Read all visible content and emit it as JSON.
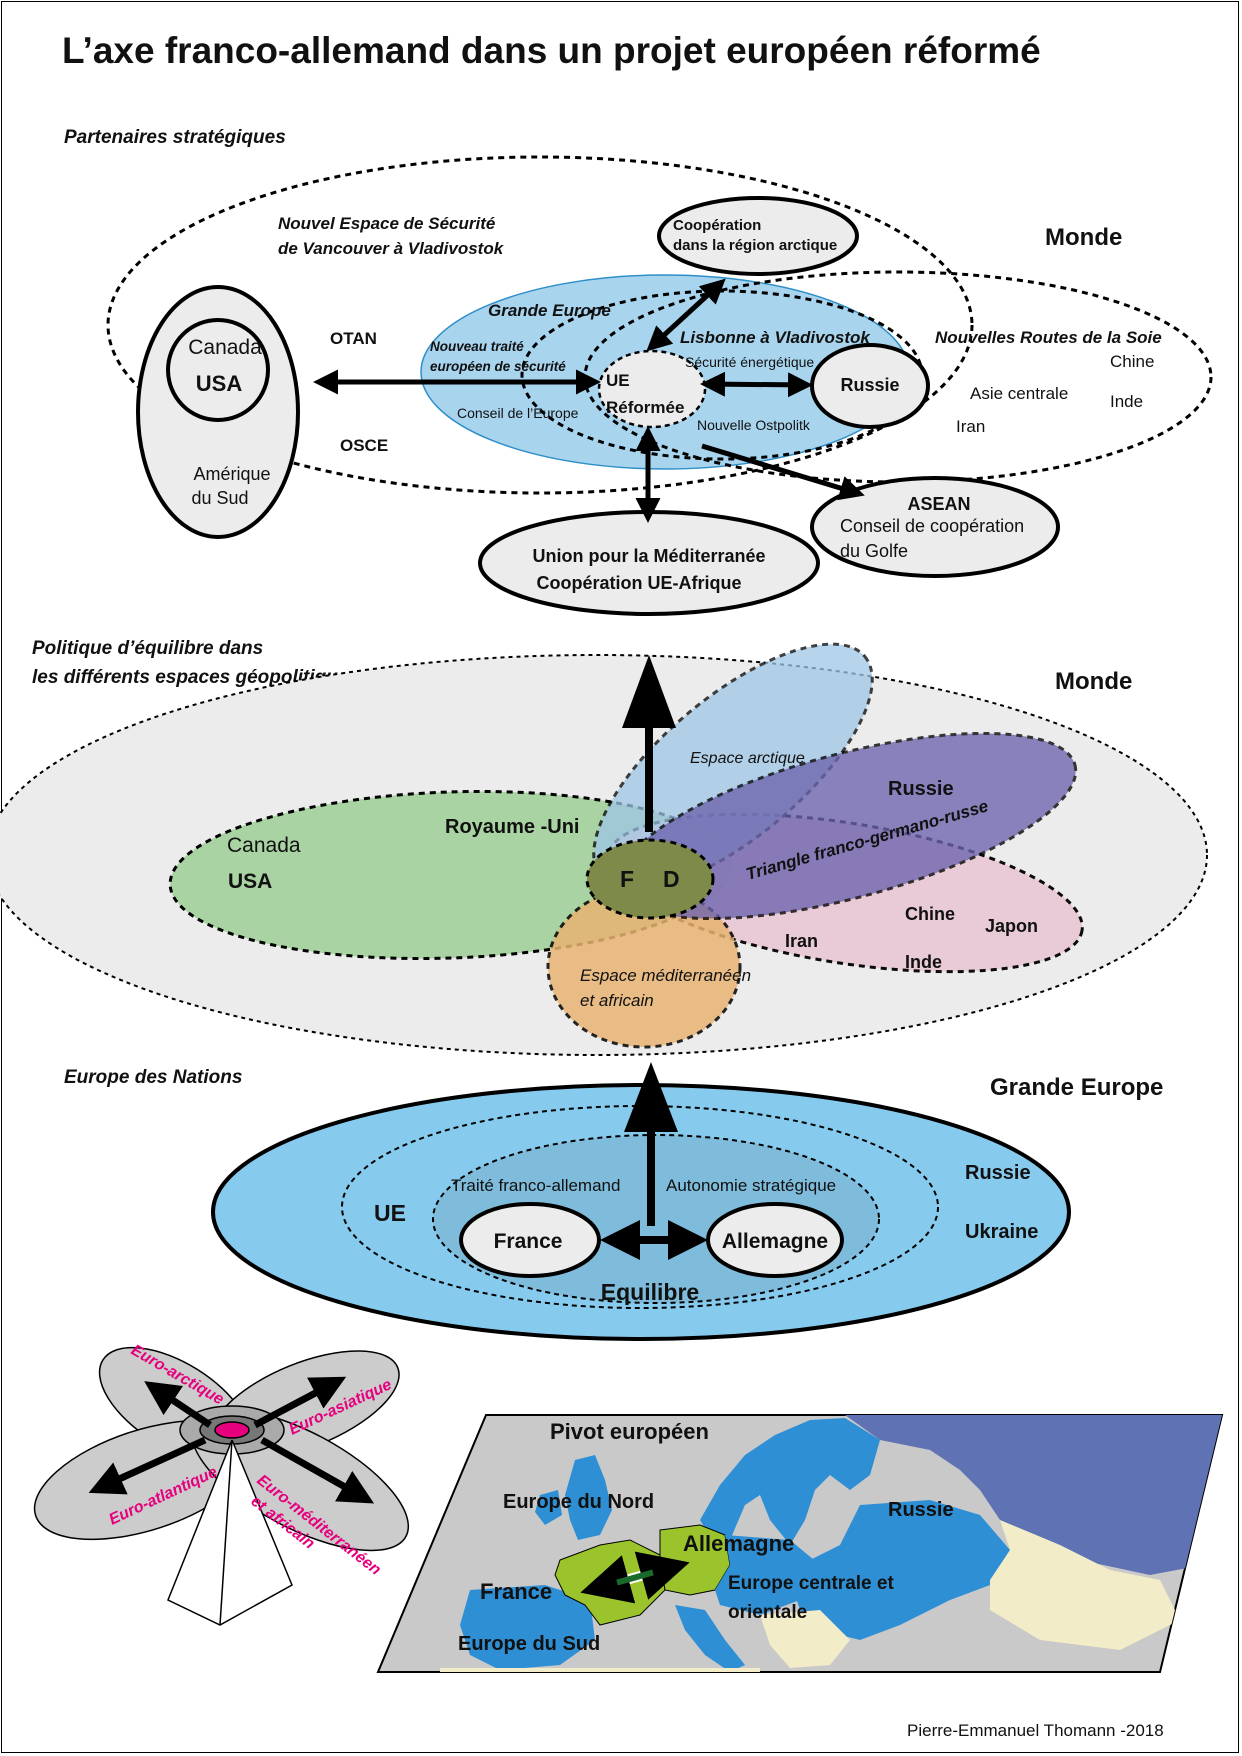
{
  "title": "L’axe franco-allemand dans un projet européen réformé",
  "credit": "Pierre-Emmanuel Thomann -2018",
  "colors": {
    "light_blue": "#a8d4ee",
    "sky_blue": "#86cbee",
    "inner_blue": "#7fbcdc",
    "grey_fill": "#ececec",
    "green": "#a9d3a2",
    "purple": "#6c64ae",
    "pink": "#e8cad6",
    "orange": "#e8b472",
    "olive": "#7e8a4a",
    "map_blue": "#2e8fd4",
    "map_russia": "#5f72b4",
    "map_green": "#9bc32c",
    "label_pink": "#e6007e"
  },
  "section1": {
    "heading": "Partenaires stratégiques",
    "monde": "Monde",
    "security_space": [
      "Nouvel Espace  de Sécurité",
      "de Vancouver à Vladivostok"
    ],
    "arctic": [
      "Coopération",
      "dans la région arctique"
    ],
    "grande_europe": "Grande Europe",
    "lisbonne": "Lisbonne à Vladivostok",
    "silk_roads": "Nouvelles Routes de la Soie",
    "canada": "Canada",
    "usa": "USA",
    "amerique": [
      "Amérique",
      "du Sud"
    ],
    "otan": "OTAN",
    "osce": "OSCE",
    "treaty": [
      "Nouveau traité",
      "européen de sécurité"
    ],
    "conseil_europe": "Conseil de l’Europe",
    "ue": [
      "UE",
      "Réformée"
    ],
    "securite_energetique": "Sécurité énergétique",
    "ostpolitik": "Nouvelle Ostpolitk",
    "russie": "Russie",
    "chine": "Chine",
    "asie_centrale": "Asie centrale",
    "inde": "Inde",
    "iran": "Iran",
    "asean": "ASEAN",
    "gulf": [
      "Conseil de coopération",
      "du Golfe"
    ],
    "med": [
      "Union pour la Méditerranée",
      "Coopération UE-Afrique"
    ]
  },
  "section2": {
    "heading": [
      "Politique d’équilibre dans",
      "les différents espaces géopolitiques"
    ],
    "monde": "Monde",
    "canada": "Canada",
    "usa": "USA",
    "royaume_uni": "Royaume -Uni",
    "espace_arctique": "Espace arctique",
    "russie": "Russie",
    "triangle": "Triangle franco-germano-russe",
    "f": "F",
    "d": "D",
    "chine": "Chine",
    "japon": "Japon",
    "iran": "Iran",
    "inde": "Inde",
    "mediterranean": [
      "Espace méditerranéen",
      "et africain"
    ]
  },
  "section3": {
    "heading": "Europe des Nations",
    "grande_europe": "Grande Europe",
    "ue": "UE",
    "traite": "Traité franco-allemand",
    "autonomie": "Autonomie stratégique",
    "france": "France",
    "allemagne": "Allemagne",
    "equilibre": "Equilibre",
    "russie": "Russie",
    "ukraine": "Ukraine"
  },
  "propeller": {
    "arctique": "Euro-arctique",
    "asiatique": "Euro-asiatique",
    "atlantique": "Euro-atlantique",
    "mediterraneen": [
      "Euro-méditerranéen",
      "et africain"
    ]
  },
  "map": {
    "pivot": "Pivot européen",
    "nord": "Europe du Nord",
    "russie": "Russie",
    "allemagne": "Allemagne",
    "france": "France",
    "centrale": [
      "Europe centrale et",
      "orientale"
    ],
    "sud": "Europe du Sud"
  }
}
